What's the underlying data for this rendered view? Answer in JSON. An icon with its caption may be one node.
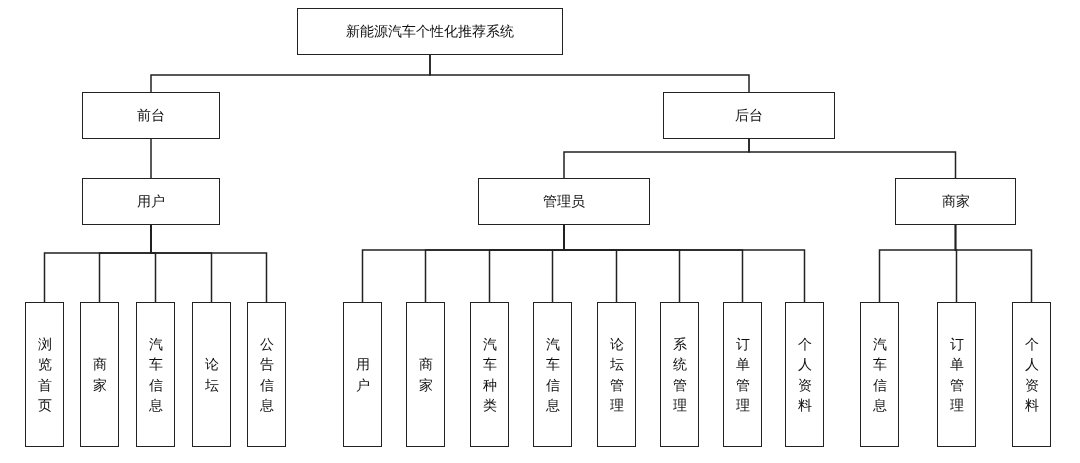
{
  "diagram": {
    "nodes": [
      {
        "text": [
          "新能源汽车个性化推荐系统"
        ]
      },
      {
        "text": [
          "前台"
        ]
      },
      {
        "text": [
          "后台"
        ]
      },
      {
        "text": [
          "用户"
        ]
      },
      {
        "text": [
          "管理员"
        ]
      },
      {
        "text": [
          "商家"
        ]
      },
      {
        "text": [
          "浏览首页"
        ]
      },
      {
        "text": [
          "商家"
        ]
      },
      {
        "text": [
          "汽车信息"
        ]
      },
      {
        "text": [
          "论坛"
        ]
      },
      {
        "text": [
          "公告信息"
        ]
      },
      {
        "text": [
          "用户"
        ]
      },
      {
        "text": [
          "商家"
        ]
      },
      {
        "text": [
          "汽车种类"
        ]
      },
      {
        "text": [
          "汽车信息"
        ]
      },
      {
        "text": [
          "论坛管理"
        ]
      },
      {
        "text": [
          "系统管理"
        ]
      },
      {
        "text": [
          "订单管理"
        ]
      },
      {
        "text": [
          "个人资料"
        ]
      },
      {
        "text": [
          "汽车信息"
        ]
      },
      {
        "text": [
          "订单管理"
        ]
      },
      {
        "text": [
          "个人资料"
        ]
      }
    ],
    "edges": [
      {
        "from": 0,
        "to": 1,
        "arrow": "none"
      },
      {
        "from": 0,
        "to": 2,
        "arrow": "none"
      },
      {
        "from": 1,
        "to": 3,
        "arrow": "none"
      },
      {
        "from": 2,
        "to": 4,
        "arrow": "none"
      },
      {
        "from": 2,
        "to": 5,
        "arrow": "none"
      },
      {
        "from": 3,
        "to": 6,
        "arrow": "none"
      },
      {
        "from": 3,
        "to": 7,
        "arrow": "none"
      },
      {
        "from": 3,
        "to": 8,
        "arrow": "none"
      },
      {
        "from": 3,
        "to": 9,
        "arrow": "none"
      },
      {
        "from": 3,
        "to": 10,
        "arrow": "none"
      },
      {
        "from": 4,
        "to": 11,
        "arrow": "none"
      },
      {
        "from": 4,
        "to": 12,
        "arrow": "none"
      },
      {
        "from": 4,
        "to": 13,
        "arrow": "none"
      },
      {
        "from": 4,
        "to": 14,
        "arrow": "none"
      },
      {
        "from": 4,
        "to": 15,
        "arrow": "none"
      },
      {
        "from": 4,
        "to": 16,
        "arrow": "none"
      },
      {
        "from": 4,
        "to": 17,
        "arrow": "none"
      },
      {
        "from": 4,
        "to": 18,
        "arrow": "none"
      },
      {
        "from": 5,
        "to": 19,
        "arrow": "none"
      },
      {
        "from": 5,
        "to": 20,
        "arrow": "none"
      },
      {
        "from": 5,
        "to": 21,
        "arrow": "none"
      }
    ]
  }
}
